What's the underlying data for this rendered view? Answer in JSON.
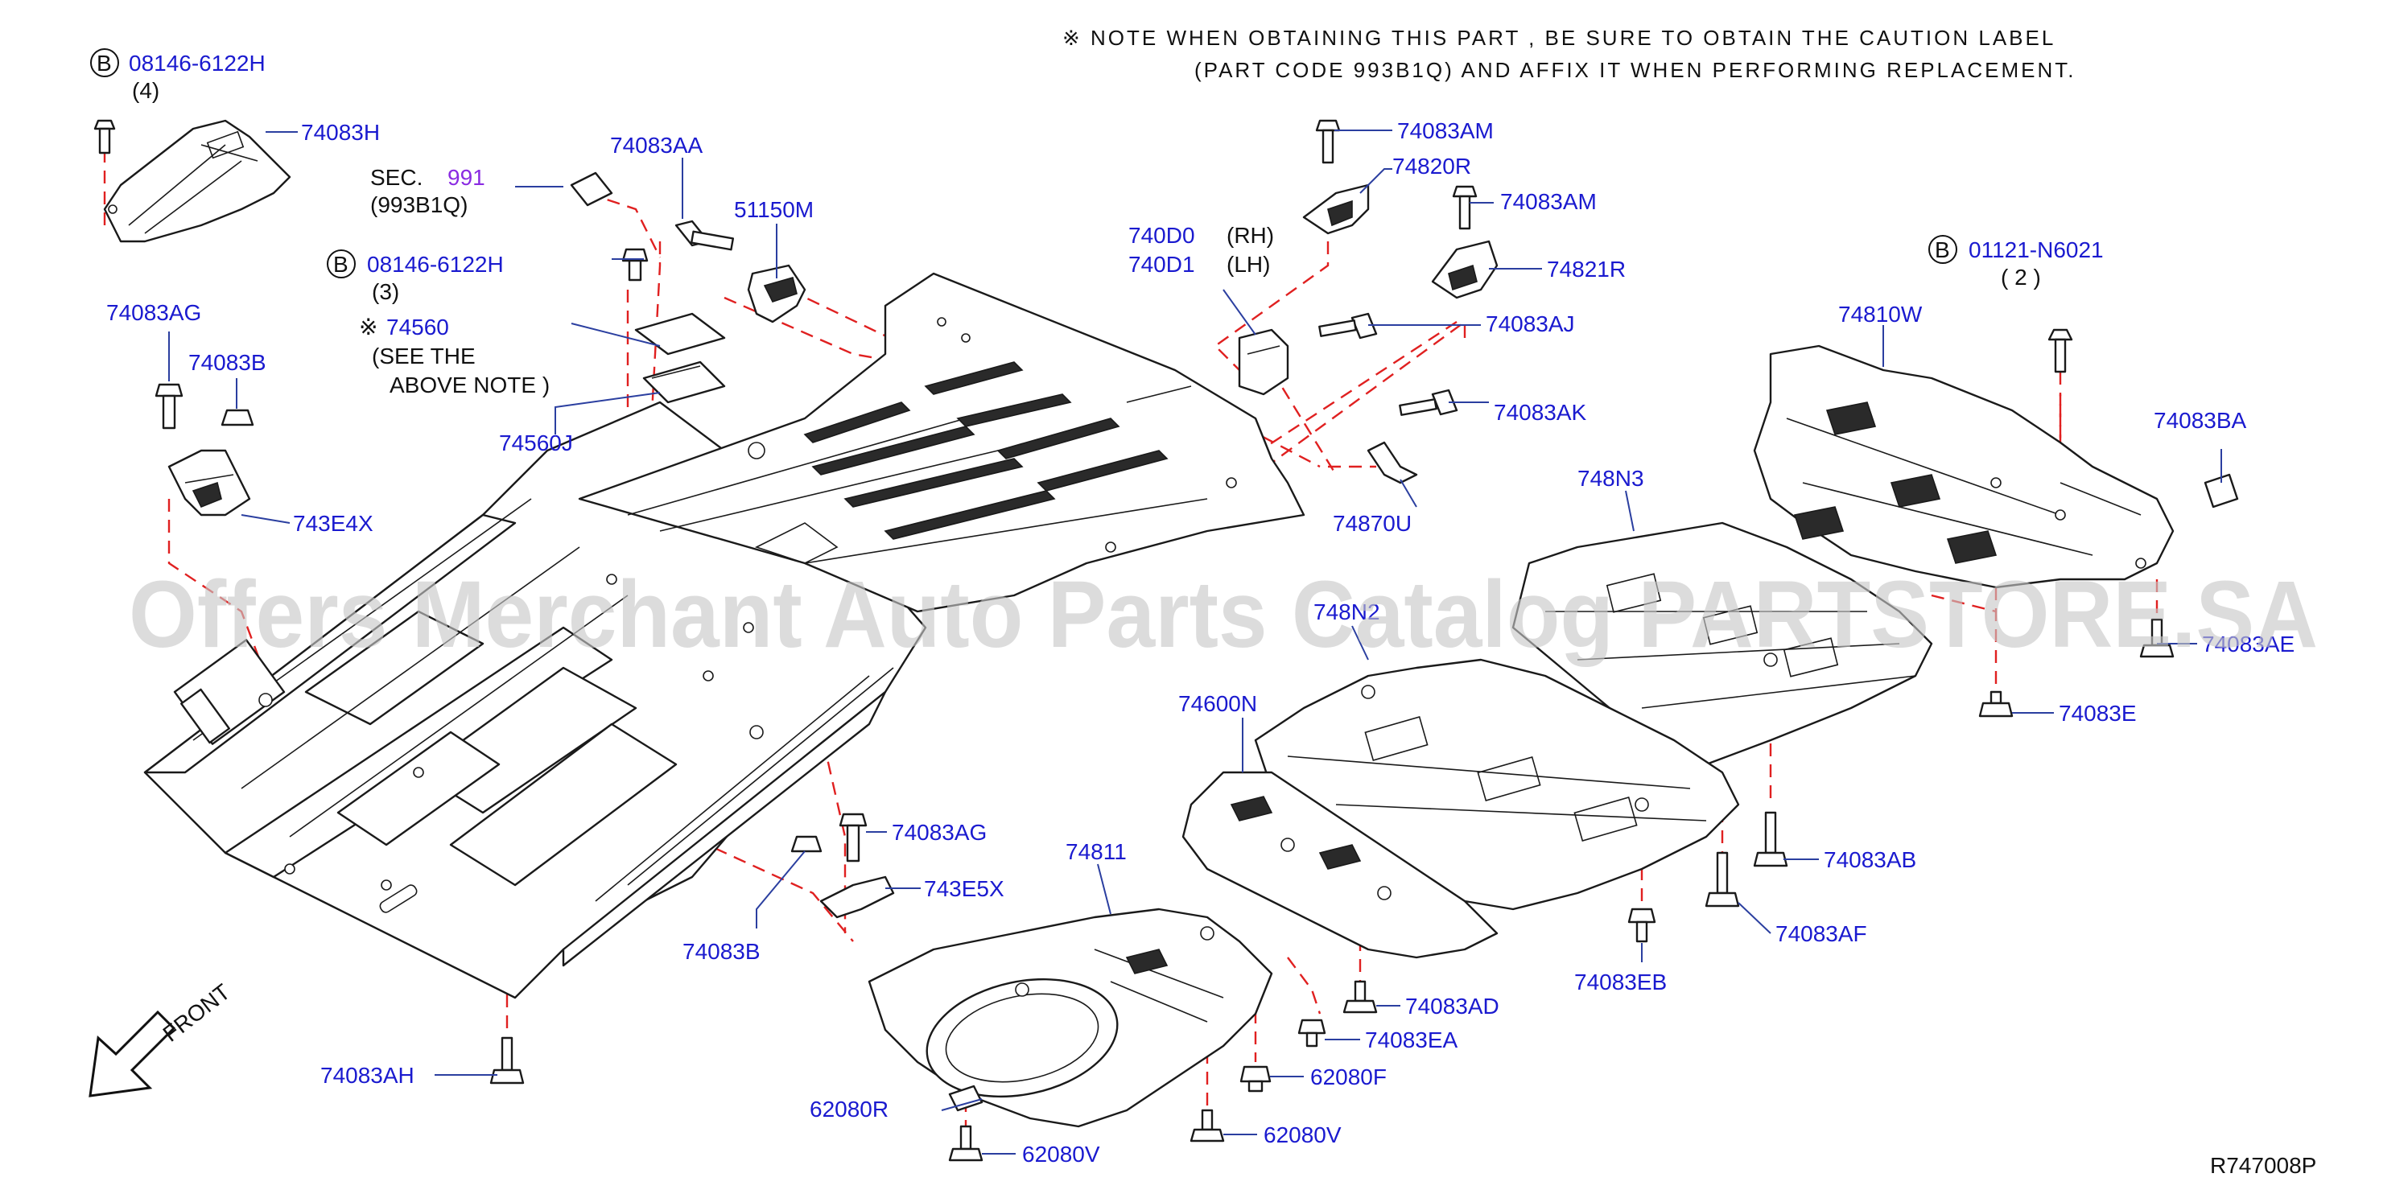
{
  "note": {
    "line1": "※ NOTE  WHEN OBTAINING THIS PART , BE SURE TO OBTAIN THE CAUTION LABEL",
    "line2": "(PART CODE 993B1Q) AND AFFIX IT WHEN PERFORMING REPLACEMENT."
  },
  "section_ref": {
    "label": "SEC.",
    "number": "991",
    "code": "(993B1Q)"
  },
  "asterisk_part": {
    "mark": "※",
    "code": "74560",
    "note_line1": "(SEE  THE",
    "note_line2": "ABOVE  NOTE  )"
  },
  "bolt_refs": [
    {
      "badge": "B",
      "code": "08146-6122H",
      "qty": "(4)"
    },
    {
      "badge": "B",
      "code": "08146-6122H",
      "qty": "(3)"
    },
    {
      "badge": "B",
      "code": "01121-N6021",
      "qty": "( 2 )"
    }
  ],
  "side_labels": {
    "rh": "(RH)",
    "lh": "(LH)",
    "rh_code": "740D0",
    "lh_code": "740D1"
  },
  "callouts": {
    "c74083H": "74083H",
    "c74083AA": "74083AA",
    "c51150M": "51150M",
    "c74560J": "74560J",
    "c74083AG_1": "74083AG",
    "c74083B_1": "74083B",
    "c743E4X": "743E4X",
    "c74083AM_1": "74083AM",
    "c74820R": "74820R",
    "c74083AM_2": "74083AM",
    "c74821R": "74821R",
    "c74083AJ": "74083AJ",
    "c74083AK": "74083AK",
    "c74870U": "74870U",
    "c74810W": "74810W",
    "c74083BA": "74083BA",
    "c748N3": "748N3",
    "c748N2": "748N2",
    "c74083AE": "74083AE",
    "c74083E": "74083E",
    "c74600N": "74600N",
    "c74083AG_2": "74083AG",
    "c743E5X": "743E5X",
    "c74083B_2": "74083B",
    "c74811": "74811",
    "c74083AB": "74083AB",
    "c74083AF": "74083AF",
    "c74083EB": "74083EB",
    "c74083AD": "74083AD",
    "c74083EA": "74083EA",
    "c62080F": "62080F",
    "c62080R": "62080R",
    "c62080V_1": "62080V",
    "c62080V_2": "62080V",
    "c74083AH": "74083AH"
  },
  "front_label": "FRONT",
  "diagram_id": "R747008P",
  "watermark": "Offers Merchant Auto Parts Catalog PARTSTORE.SA"
}
